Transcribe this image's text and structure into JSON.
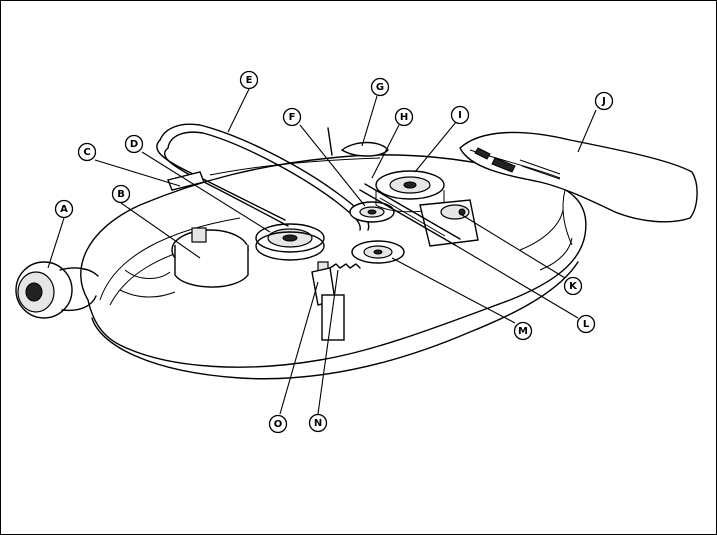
{
  "diagram": {
    "callouts": [
      {
        "id": "A",
        "label": "A"
      },
      {
        "id": "B",
        "label": "B"
      },
      {
        "id": "C",
        "label": "C"
      },
      {
        "id": "D",
        "label": "D"
      },
      {
        "id": "E",
        "label": "E"
      },
      {
        "id": "F",
        "label": "F"
      },
      {
        "id": "G",
        "label": "G"
      },
      {
        "id": "H",
        "label": "H"
      },
      {
        "id": "I",
        "label": "I"
      },
      {
        "id": "J",
        "label": "J"
      },
      {
        "id": "K",
        "label": "K"
      },
      {
        "id": "L",
        "label": "L"
      },
      {
        "id": "M",
        "label": "M"
      },
      {
        "id": "N",
        "label": "N"
      },
      {
        "id": "O",
        "label": "O"
      }
    ]
  }
}
